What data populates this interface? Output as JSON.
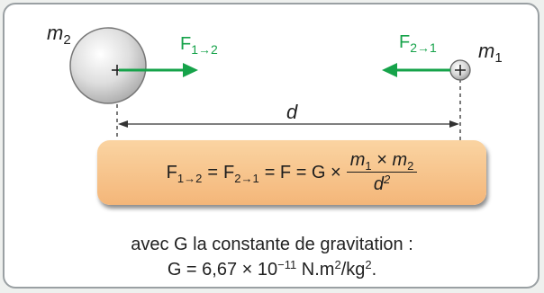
{
  "colors": {
    "force_arrow": "#16a34a",
    "formula_box": "#f7c48c",
    "panel_border": "#9aa0a3",
    "sphere": "#d3d3d3"
  },
  "labels": {
    "mass2": {
      "base": "m",
      "sub": "2"
    },
    "mass1": {
      "base": "m",
      "sub": "1"
    },
    "force12": {
      "base": "F",
      "sub": "1→2"
    },
    "force21": {
      "base": "F",
      "sub": "2→1"
    },
    "distance": "d"
  },
  "formula": {
    "f12_base": "F",
    "f12_sub": "1→2",
    "eq1": "=",
    "f21_base": "F",
    "f21_sub": "2→1",
    "eq2": "= F = G ×",
    "numerator_m1": "m",
    "numerator_m1_sub": "1",
    "times": "×",
    "numerator_m2": "m",
    "numerator_m2_sub": "2",
    "denominator_base": "d",
    "denominator_exp": "2"
  },
  "caption": {
    "line1": "avec G la constante de gravitation :",
    "line2_pre": "G = 6,67 × 10",
    "line2_exp": "−11",
    "line2_mid": " N.m",
    "line2_exp2": "2",
    "line2_mid2": "/kg",
    "line2_exp3": "2",
    "line2_post": "."
  }
}
